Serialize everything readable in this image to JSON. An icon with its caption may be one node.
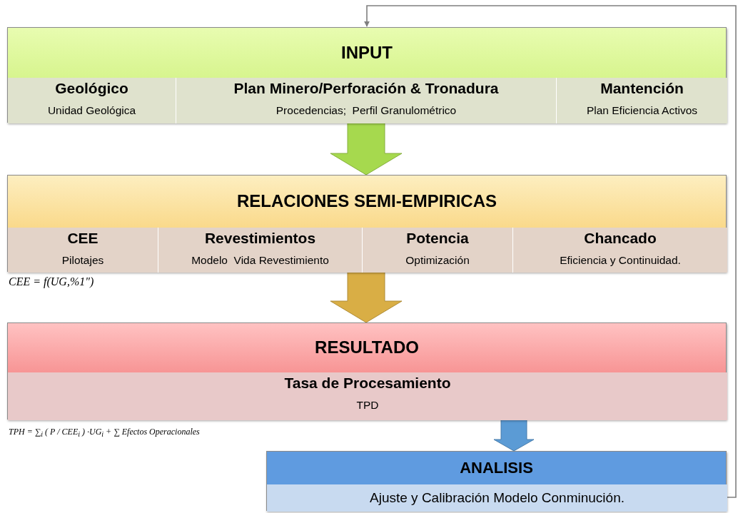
{
  "diagram": {
    "nodes": [
      {
        "text": [
          "INPUT"
        ]
      },
      {
        "text": [
          "Geológico",
          "Unidad Geológica"
        ],
        "in": 0
      },
      {
        "text": [
          "Plan Minero/Perforación & Tronadura",
          "Procedencias;  Perfil Granulométrico"
        ],
        "in": 0
      },
      {
        "text": [
          "Mantención",
          "Plan Eficiencia Activos"
        ],
        "in": 0
      },
      {
        "text": [
          "RELACIONES SEMI-EMPIRICAS"
        ]
      },
      {
        "text": [
          "CEE",
          "Pilotajes"
        ],
        "in": 4
      },
      {
        "text": [
          "Revestimientos",
          "Modelo  Vida Revestimiento"
        ],
        "in": 4
      },
      {
        "text": [
          "Potencia",
          "Optimización"
        ],
        "in": 4
      },
      {
        "text": [
          "Chancado",
          "Eficiencia y Continuidad."
        ],
        "in": 4
      },
      {
        "text": [
          "RESULTADO"
        ]
      },
      {
        "text": [
          "Tasa de Procesamiento",
          "TPD"
        ],
        "in": 9
      },
      {
        "text": [
          "ANALISIS"
        ]
      },
      {
        "text": [
          "Ajuste y Calibración Modelo Conminución."
        ],
        "in": 11
      }
    ],
    "edges": [
      {
        "from": 0,
        "to": 4,
        "arrow": "to",
        "style": "thick",
        "color": "#a6d94e"
      },
      {
        "from": 4,
        "to": 9,
        "arrow": "to",
        "style": "thick",
        "color": "#d9ae45"
      },
      {
        "from": 9,
        "to": 11,
        "arrow": "to",
        "style": "thick",
        "color": "#5b9bd5"
      },
      {
        "from": 12,
        "to": 0,
        "arrow": "to"
      }
    ],
    "labels": [
      "CEE = f(UG,%1\")",
      "TPH = ∑$_{i}$ ( P / CEE$_{i}$ ) ·UG$_{i}$ + ∑ Efectos Operacionales"
    ]
  }
}
